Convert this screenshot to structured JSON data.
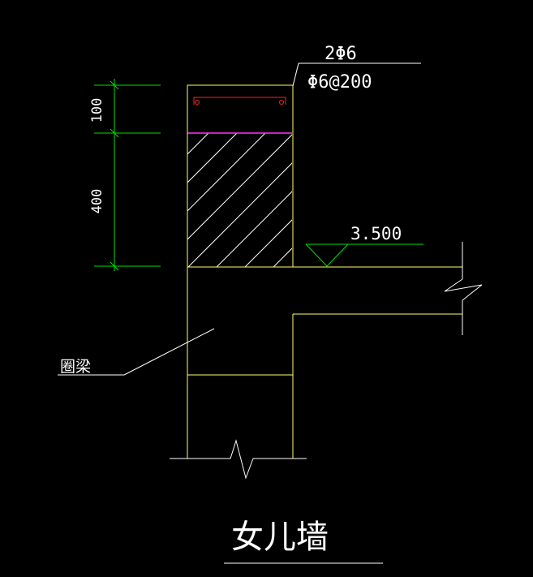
{
  "colors": {
    "background": "#000000",
    "outline": "#ffff66",
    "dimension": "#00e000",
    "hatch": "#ffffff",
    "rebar": "#ff2020",
    "band": "#ff33ff",
    "text": "#ffffff"
  },
  "dimensions": {
    "top": "100",
    "lower": "400"
  },
  "rebar_notes": {
    "longitudinal": "2Φ6",
    "stirrup": "Φ6@200"
  },
  "elevation": {
    "value": "3.500"
  },
  "leader_label": "圈梁",
  "drawing_title": "女儿墙",
  "icons": {
    "break_wall": "break-symbol-icon",
    "break_slab": "break-symbol-icon",
    "elevation_mark": "elevation-triangle-icon"
  }
}
